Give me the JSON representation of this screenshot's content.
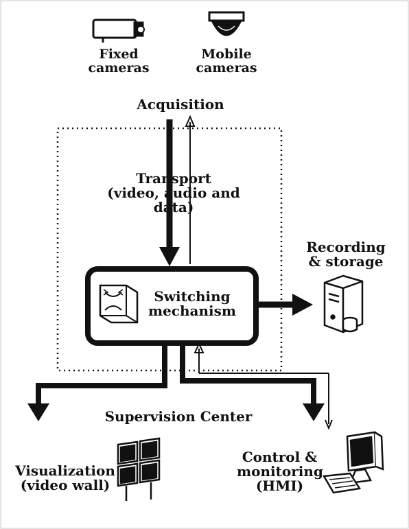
{
  "labels": {
    "fixed_cameras": "Fixed\ncameras",
    "mobile_cameras": "Mobile\ncameras",
    "acquisition": "Acquisition",
    "transport": "Transport\n(video, audio and data)",
    "switching": "Switching\nmechanism",
    "recording": "Recording\n& storage",
    "supervision": "Supervision Center",
    "visualization": "Visualization\n(video wall)",
    "control": "Control &\nmonitoring\n(HMI)"
  },
  "icons": {
    "fixed_camera": "fixed-camera-icon",
    "mobile_camera": "dome-camera-icon",
    "switch": "switch-icon",
    "server": "server-tower-icon",
    "video_wall": "video-wall-icon",
    "workstation": "workstation-icon"
  },
  "colors": {
    "ink": "#111111",
    "paper": "#ffffff",
    "frame": "#c8c8c8"
  }
}
